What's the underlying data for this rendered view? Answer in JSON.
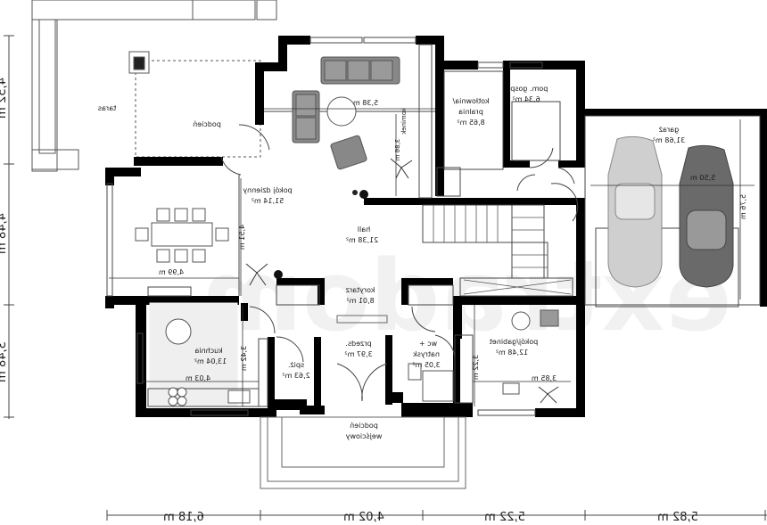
{
  "rooms": {
    "taras": "taras",
    "podcien_top": "podcień",
    "pokoj_dzienny_name": "pokój dzienny",
    "pokoj_dzienny_area": "51,14 m²",
    "dim_538": "5,38 m",
    "kominek": "kominek",
    "dim_386": "3,86 m",
    "kotlownia_1": "kotłownia/",
    "kotlownia_2": "pralnia",
    "kotlownia_area": "8,65 m²",
    "pom_gosp_1": "pom. gosp.",
    "pom_gosp_area": "6,34 m²",
    "garaz_name": "garaż",
    "garaz_area": "31,68 m²",
    "dim_550": "5,50 m",
    "dim_576": "5,76 m",
    "hall_name": "hall",
    "hall_area": "21,38 m²",
    "dim_451": "4,51 m",
    "dim_499": "4,99 m",
    "korytarz_name": "korytarz",
    "korytarz_area": "8,01 m²",
    "kuchnia_name": "kuchnia",
    "kuchnia_area": "13,04 m²",
    "dim_342": "3,42 m",
    "dim_403": "4,03 m",
    "spiz_name": "spiż.",
    "spiz_area": "2,63 m²",
    "przedsionek_name": "przeds.",
    "przedsionek_area": "3,97 m²",
    "wc_1": "wc +",
    "wc_2": "natrysk",
    "wc_area": "3,05 m²",
    "pokoj_gab_name": "pokój/gabinet",
    "pokoj_gab_area": "12,48 m²",
    "dim_322": "3,22 m",
    "dim_385": "3,85 m",
    "podcien_wej_1": "podcień",
    "podcien_wej_2": "wejściowy"
  },
  "dims_bottom": [
    "6,18 m",
    "4,02 m",
    "5,22 m",
    "5,82 m"
  ],
  "dims_left": [
    "4,52 m",
    "4,48 m",
    "3,48 m"
  ],
  "watermark": "extradom"
}
